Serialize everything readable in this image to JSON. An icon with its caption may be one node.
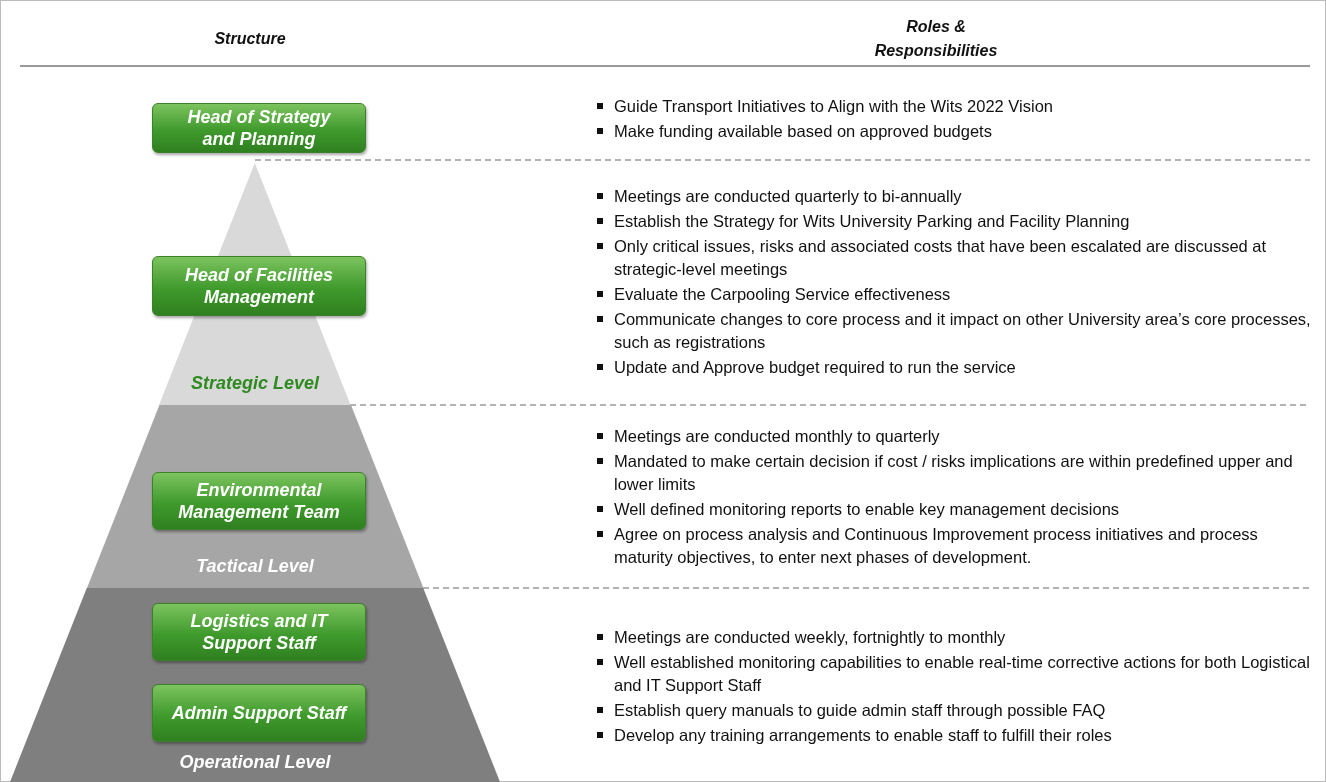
{
  "diagram": {
    "nodes": [
      {
        "text": [
          "Head of Strategy and Planning"
        ]
      },
      {
        "text": [
          "Strategic Level"
        ]
      },
      {
        "text": [
          "Head of Facilities Management"
        ]
      },
      {
        "text": [
          "Tactical Level"
        ]
      },
      {
        "text": [
          "Environmental Management Team"
        ],
        "in": 3
      },
      {
        "text": [
          "Operational Level"
        ]
      },
      {
        "text": [
          "Logistics and IT Support Staff"
        ],
        "in": 5
      },
      {
        "text": [
          "Admin Support Staff"
        ],
        "in": 5
      }
    ],
    "labels": [
      "Structure",
      "Roles & Responsibilities",
      "Guide Transport Initiatives to Align with the Wits 2022 Vision",
      "Make funding available based on approved budgets",
      "Meetings are conducted quarterly to bi-annually",
      "Establish the Strategy for Wits University Parking and Facility Planning",
      "Only critical issues, risks and associated costs that have been escalated are discussed at strategic-level meetings",
      "Evaluate the Carpooling Service effectiveness",
      "Communicate changes to core process and it impact on other University area’s core processes, such as registrations",
      "Update and Approve budget required to run the service",
      "Meetings are conducted monthly to quarterly",
      "Mandated to make certain decision if cost / risks implications are within predefined upper and lower limits",
      "Well defined monitoring reports to enable key management decisions",
      "Agree on process analysis and Continuous Improvement process initiatives and process maturity objectives, to enter next phases of development.",
      "Meetings are conducted weekly, fortnightly to monthly",
      "Well established monitoring capabilities to enable real-time corrective actions for both Logistical and IT Support Staff",
      "Establish query manuals to guide admin staff through possible FAQ",
      "Develop any training arrangements to enable staff to fulfill their roles"
    ]
  }
}
